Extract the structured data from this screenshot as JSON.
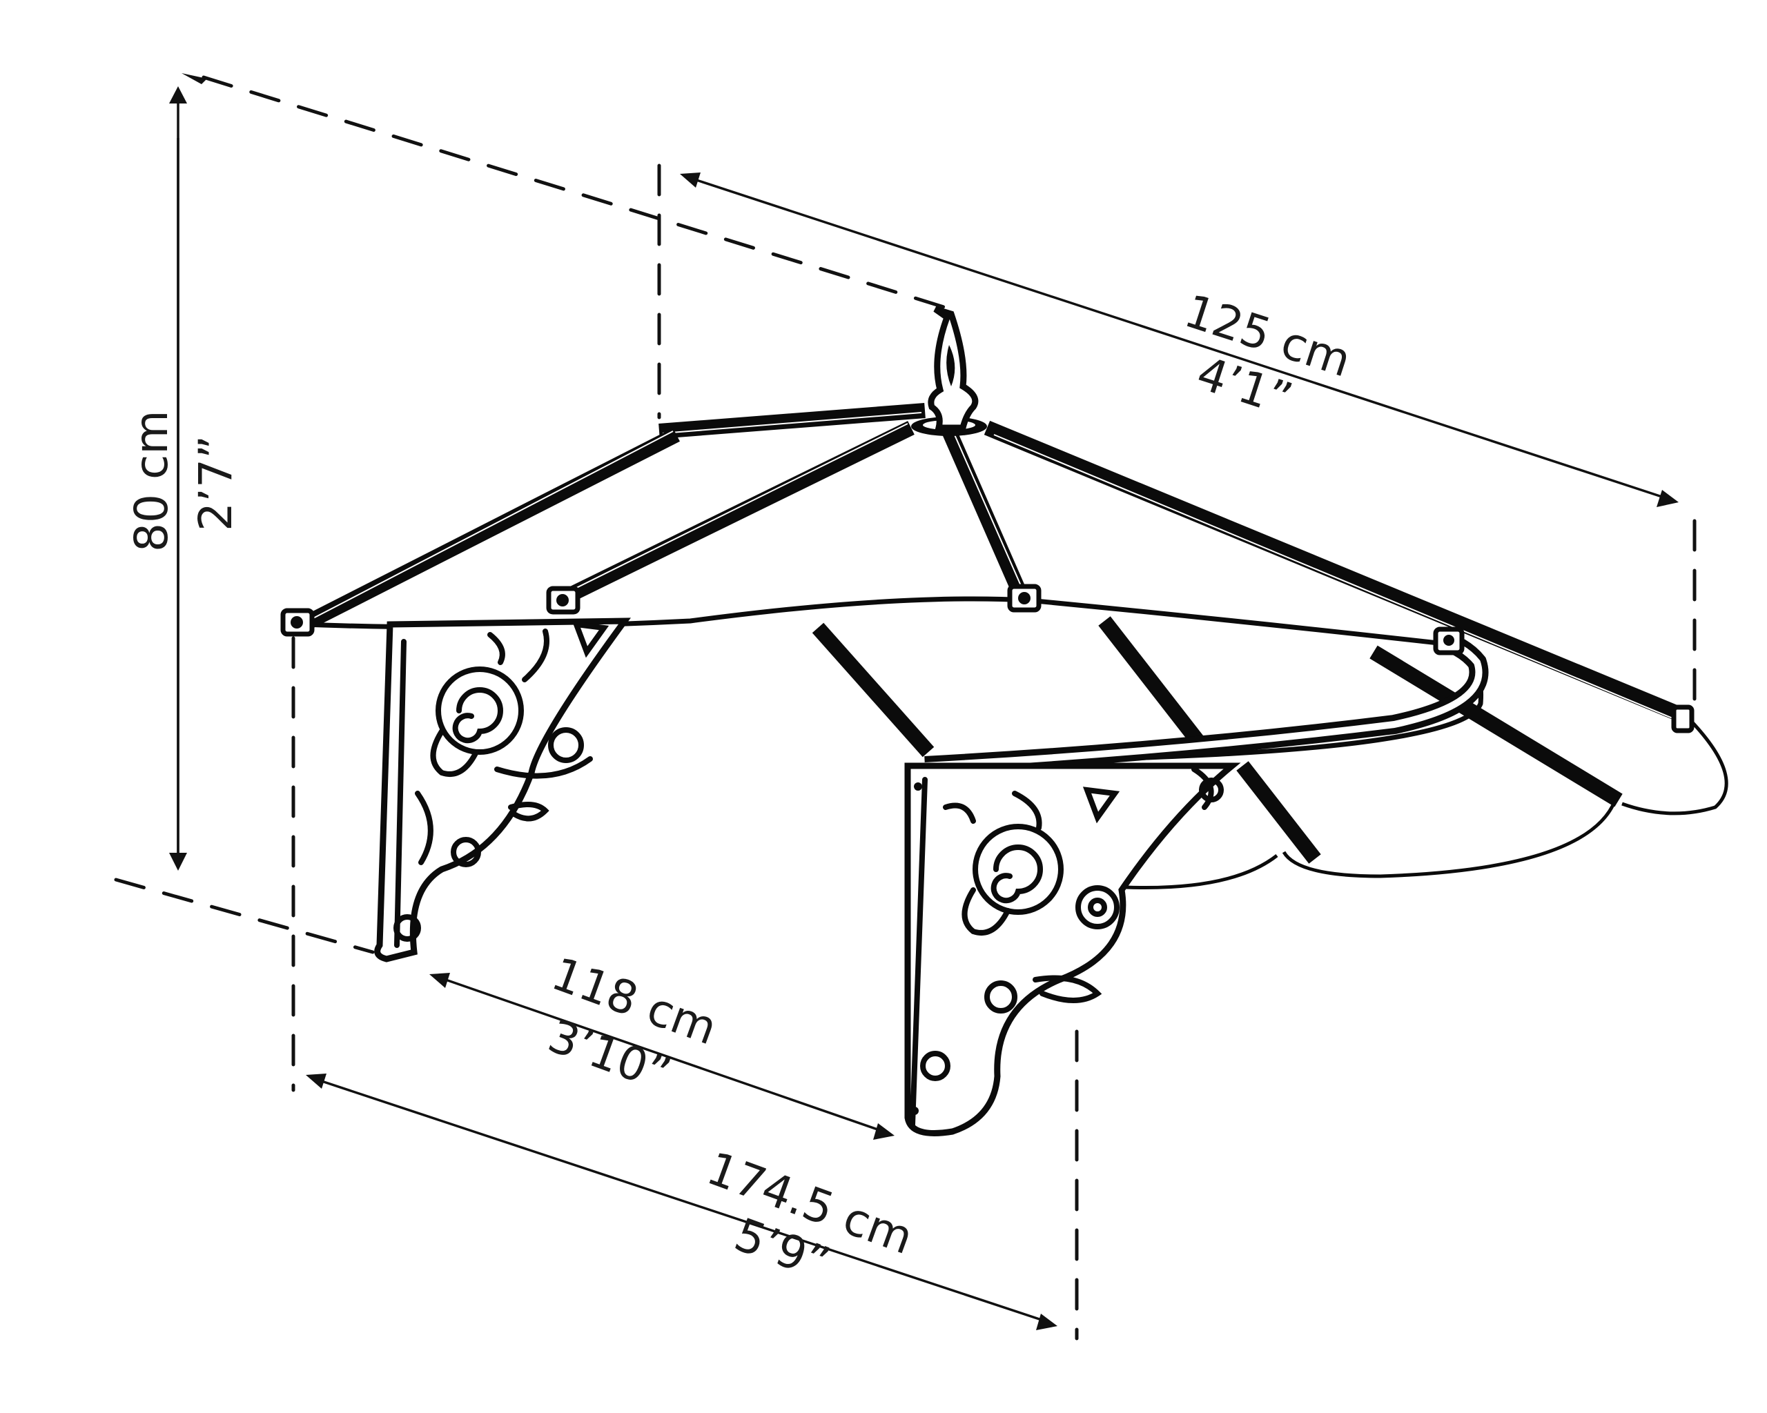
{
  "diagram": {
    "subject": "Wall-mounted door awning with ornamental scroll brackets",
    "colors": {
      "line": "#0b0b0b",
      "text": "#1a1a1a",
      "background": "#ffffff"
    },
    "dimensions": {
      "height": {
        "metric": "80 cm",
        "imperial": "2’7”"
      },
      "depth": {
        "metric": "125 cm",
        "imperial": "4’1”"
      },
      "bracket_spacing": {
        "metric": "118 cm",
        "imperial": "3’10”"
      },
      "overall_width": {
        "metric": "174.5 cm",
        "imperial": "5’9”"
      }
    },
    "parts": {
      "finial": "finial-ornament",
      "brackets": [
        "left-bracket",
        "right-bracket"
      ],
      "canopy": "curved-polycarbonate-canopy",
      "ribs": 6
    }
  }
}
